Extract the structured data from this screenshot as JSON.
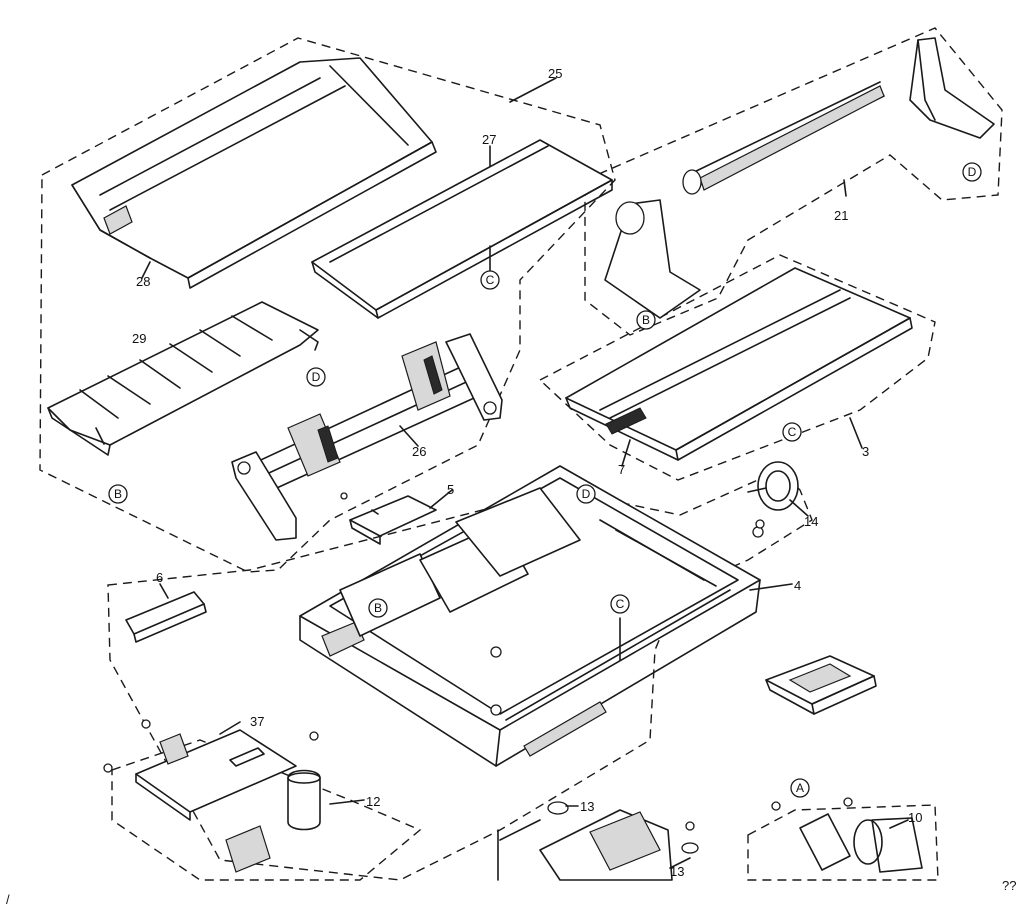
{
  "part_numbers": {
    "p3": "3",
    "p4": "4",
    "p5": "5",
    "p6": "6",
    "p7": "7",
    "p10": "10",
    "p12": "12",
    "p13a": "13",
    "p13b": "13",
    "p14": "14",
    "p21": "21",
    "p25": "25",
    "p26": "26",
    "p27": "27",
    "p28": "28",
    "p29": "29",
    "p37": "37"
  },
  "connectors": {
    "a1": "A",
    "b1": "B",
    "b2": "B",
    "b3": "B",
    "c1": "C",
    "c2": "C",
    "c3": "C",
    "d1": "D",
    "d2": "D",
    "d3": "D"
  },
  "corner_marks": {
    "left": "/",
    "right": "??"
  }
}
